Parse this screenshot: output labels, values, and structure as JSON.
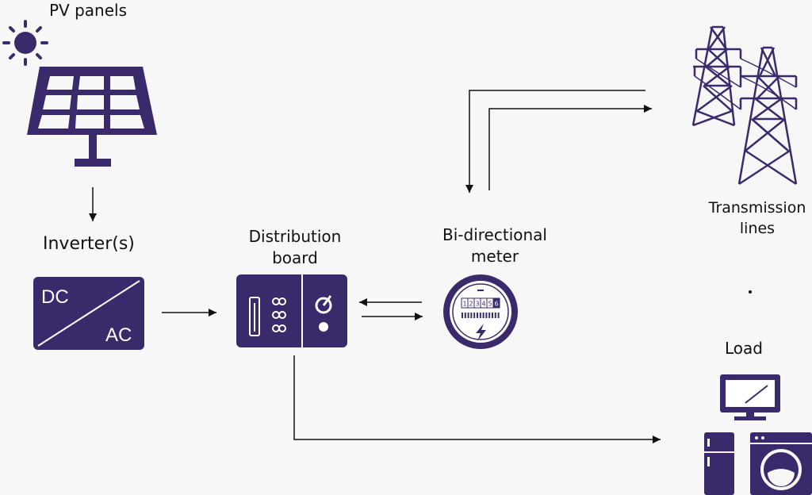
{
  "labels": {
    "pv_panels": "PV panels",
    "inverter": "Inverter(s)",
    "distribution_line1": "Distribution",
    "distribution_line2": "board",
    "meter_line1": "Bi-directional",
    "meter_line2": "meter",
    "transmission_line1": "Transmission",
    "transmission_line2": "lines",
    "load": "Load",
    "inverter_dc": "DC",
    "inverter_ac": "AC",
    "meter_digits": [
      "1",
      "2",
      "3",
      "4",
      "5",
      "6"
    ]
  },
  "colors": {
    "primary": "#3b2a6b",
    "arrow": "#111111",
    "background": "#f7f7f7"
  },
  "icons": [
    "sun-icon",
    "solar-panel-icon",
    "inverter-icon",
    "distribution-board-icon",
    "meter-icon",
    "transmission-tower-icon",
    "monitor-icon",
    "fridge-icon",
    "washing-machine-icon"
  ]
}
